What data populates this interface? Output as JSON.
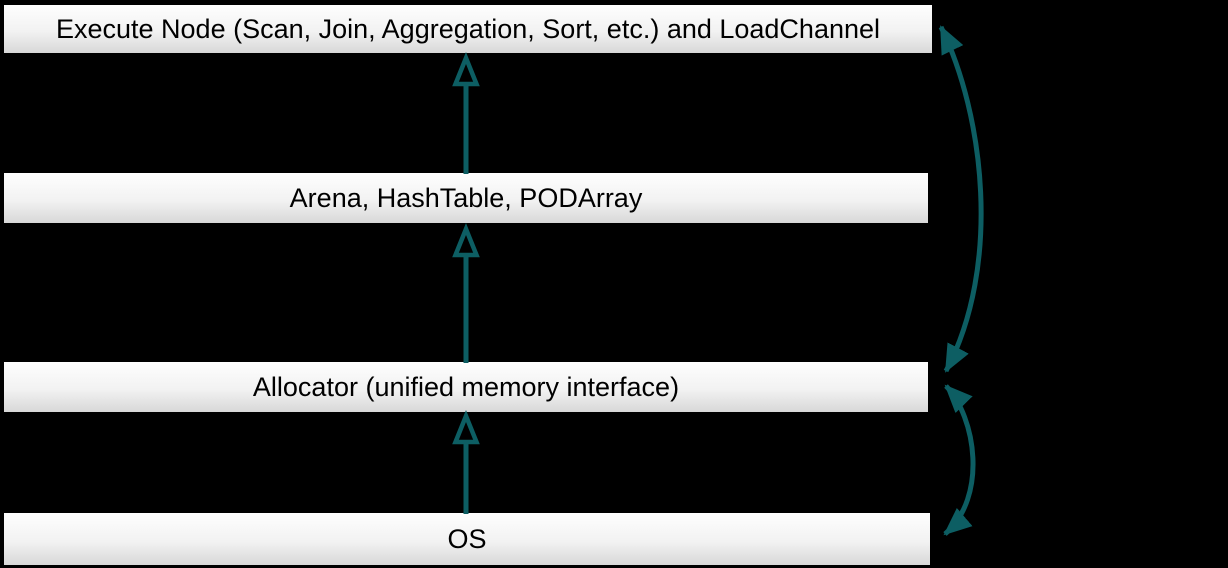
{
  "colors": {
    "background": "#000000",
    "arrow": "#0d5e63",
    "box_text": "#000000",
    "box_top": "#fefefe",
    "box_mid": "#f2f2f2",
    "box_bottom": "#d8d8d8"
  },
  "layers": [
    {
      "label": "Execute Node (Scan, Join, Aggregation, Sort, etc.) and LoadChannel"
    },
    {
      "label": "Arena, HashTable, PODArray"
    },
    {
      "label": "Allocator (unified memory interface)"
    },
    {
      "label": "OS"
    }
  ]
}
